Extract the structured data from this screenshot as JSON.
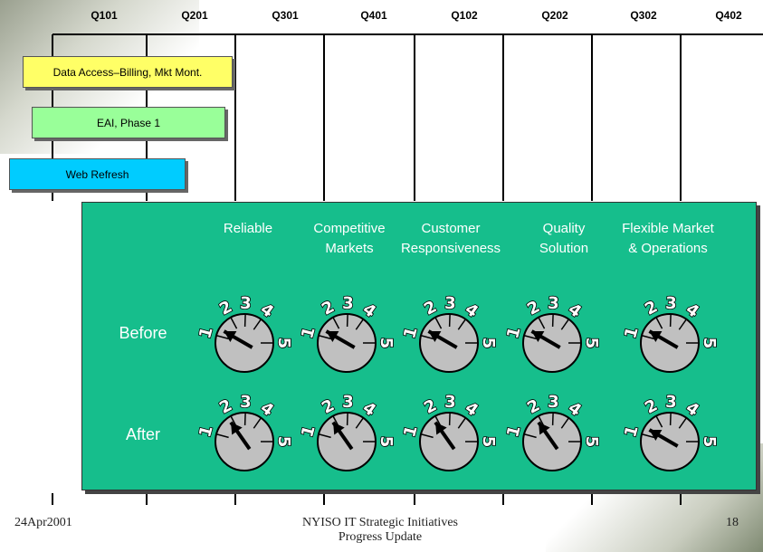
{
  "quarters": [
    "Q101",
    "Q201",
    "Q301",
    "Q401",
    "Q102",
    "Q202",
    "Q302",
    "Q402"
  ],
  "bars": [
    {
      "label": "Data Access–Billing, Mkt Mont.",
      "color": "#ffff66"
    },
    {
      "label": "EAI, Phase 1",
      "color": "#99ff99"
    },
    {
      "label": "Web Refresh",
      "color": "#00ccff"
    }
  ],
  "categories": [
    {
      "line1": "",
      "line2": "Reliable"
    },
    {
      "line1": "Competitive",
      "line2": "Markets"
    },
    {
      "line1": "Customer",
      "line2": "Responsiveness"
    },
    {
      "line1": "Quality",
      "line2": "Solution"
    },
    {
      "line1": "Flexible Market",
      "line2": "& Operations"
    }
  ],
  "rows": {
    "before": "Before",
    "after": "After"
  },
  "dial_scale": [
    "1",
    "2",
    "3",
    "4",
    "5"
  ],
  "ratings": {
    "before": [
      1,
      1,
      1,
      1,
      1
    ],
    "after": [
      2,
      2,
      2,
      2,
      1
    ]
  },
  "footer": {
    "date": "24Apr2001",
    "title_line1": "NYISO IT Strategic Initiatives",
    "title_line2": "Progress Update",
    "page": "18"
  },
  "colors": {
    "panel": "#16be8c",
    "dial": "#c0c0c0"
  }
}
